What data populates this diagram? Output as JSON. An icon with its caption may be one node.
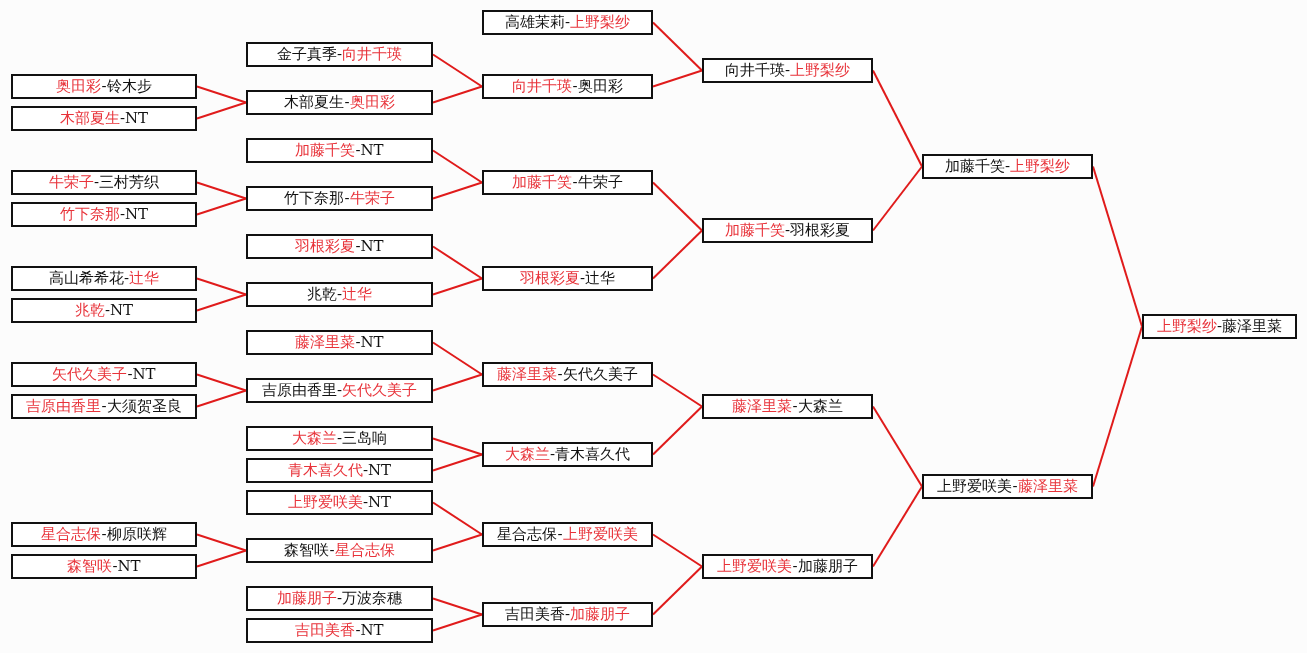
{
  "diagram": {
    "nodes": [
      {
        "text": [
          "**奥田彩**-铃木步"
        ]
      },
      {
        "text": [
          "**木部夏生**-NT"
        ]
      },
      {
        "text": [
          "**牛荣子**-三村芳织"
        ]
      },
      {
        "text": [
          "**竹下奈那**-NT"
        ]
      },
      {
        "text": [
          "高山希希花-**辻华**"
        ]
      },
      {
        "text": [
          "**兆乾**-NT"
        ]
      },
      {
        "text": [
          "**矢代久美子**-NT"
        ]
      },
      {
        "text": [
          "**吉原由香里**-大须贺圣良"
        ]
      },
      {
        "text": [
          "**星合志保**-柳原咲辉"
        ]
      },
      {
        "text": [
          "**森智咲**-NT"
        ]
      },
      {
        "text": [
          "金子真季-**向井千瑛**"
        ]
      },
      {
        "text": [
          "木部夏生-**奥田彩**"
        ]
      },
      {
        "text": [
          "**加藤千笑**-NT"
        ]
      },
      {
        "text": [
          "竹下奈那-**牛荣子**"
        ]
      },
      {
        "text": [
          "**羽根彩夏**-NT"
        ]
      },
      {
        "text": [
          "兆乾-**辻华**"
        ]
      },
      {
        "text": [
          "**藤泽里菜**-NT"
        ]
      },
      {
        "text": [
          "吉原由香里-**矢代久美子**"
        ]
      },
      {
        "text": [
          "**大森兰**-三岛响"
        ]
      },
      {
        "text": [
          "**青木喜久代**-NT"
        ]
      },
      {
        "text": [
          "**上野爱咲美**-NT"
        ]
      },
      {
        "text": [
          "森智咲-**星合志保**"
        ]
      },
      {
        "text": [
          "**加藤朋子**-万波奈穗"
        ]
      },
      {
        "text": [
          "**吉田美香**-NT"
        ]
      },
      {
        "text": [
          "高雄茉莉-**上野梨纱**"
        ]
      },
      {
        "text": [
          "**向井千瑛**-奥田彩"
        ]
      },
      {
        "text": [
          "**加藤千笑**-牛荣子"
        ]
      },
      {
        "text": [
          "**羽根彩夏**-辻华"
        ]
      },
      {
        "text": [
          "**藤泽里菜**-矢代久美子"
        ]
      },
      {
        "text": [
          "**大森兰**-青木喜久代"
        ]
      },
      {
        "text": [
          "星合志保-**上野爱咲美**"
        ]
      },
      {
        "text": [
          "吉田美香-**加藤朋子**"
        ]
      },
      {
        "text": [
          "向井千瑛-**上野梨纱**"
        ]
      },
      {
        "text": [
          "**加藤千笑**-羽根彩夏"
        ]
      },
      {
        "text": [
          "**藤泽里菜**-大森兰"
        ]
      },
      {
        "text": [
          "**上野爱咲美**-加藤朋子"
        ]
      },
      {
        "text": [
          "加藤千笑-**上野梨纱**"
        ]
      },
      {
        "text": [
          "上野爱咲美-**藤泽里菜**"
        ]
      },
      {
        "text": [
          "**上野梨纱**-藤泽里菜"
        ]
      }
    ],
    "edges": [
      {
        "from": 0,
        "to": 11,
        "arrow": "none"
      },
      {
        "from": 1,
        "to": 11,
        "arrow": "none"
      },
      {
        "from": 2,
        "to": 13,
        "arrow": "none"
      },
      {
        "from": 3,
        "to": 13,
        "arrow": "none"
      },
      {
        "from": 4,
        "to": 15,
        "arrow": "none"
      },
      {
        "from": 5,
        "to": 15,
        "arrow": "none"
      },
      {
        "from": 6,
        "to": 17,
        "arrow": "none"
      },
      {
        "from": 7,
        "to": 17,
        "arrow": "none"
      },
      {
        "from": 8,
        "to": 21,
        "arrow": "none"
      },
      {
        "from": 9,
        "to": 21,
        "arrow": "none"
      },
      {
        "from": 10,
        "to": 25,
        "arrow": "none"
      },
      {
        "from": 11,
        "to": 25,
        "arrow": "none"
      },
      {
        "from": 12,
        "to": 26,
        "arrow": "none"
      },
      {
        "from": 13,
        "to": 26,
        "arrow": "none"
      },
      {
        "from": 14,
        "to": 27,
        "arrow": "none"
      },
      {
        "from": 15,
        "to": 27,
        "arrow": "none"
      },
      {
        "from": 16,
        "to": 28,
        "arrow": "none"
      },
      {
        "from": 17,
        "to": 28,
        "arrow": "none"
      },
      {
        "from": 18,
        "to": 29,
        "arrow": "none"
      },
      {
        "from": 19,
        "to": 29,
        "arrow": "none"
      },
      {
        "from": 20,
        "to": 30,
        "arrow": "none"
      },
      {
        "from": 21,
        "to": 30,
        "arrow": "none"
      },
      {
        "from": 22,
        "to": 31,
        "arrow": "none"
      },
      {
        "from": 23,
        "to": 31,
        "arrow": "none"
      },
      {
        "from": 24,
        "to": 32,
        "arrow": "none"
      },
      {
        "from": 25,
        "to": 32,
        "arrow": "none"
      },
      {
        "from": 26,
        "to": 33,
        "arrow": "none"
      },
      {
        "from": 27,
        "to": 33,
        "arrow": "none"
      },
      {
        "from": 28,
        "to": 34,
        "arrow": "none"
      },
      {
        "from": 29,
        "to": 34,
        "arrow": "none"
      },
      {
        "from": 30,
        "to": 35,
        "arrow": "none"
      },
      {
        "from": 31,
        "to": 35,
        "arrow": "none"
      },
      {
        "from": 32,
        "to": 36,
        "arrow": "none"
      },
      {
        "from": 33,
        "to": 36,
        "arrow": "none"
      },
      {
        "from": 34,
        "to": 37,
        "arrow": "none"
      },
      {
        "from": 35,
        "to": 37,
        "arrow": "none"
      },
      {
        "from": 36,
        "to": 38,
        "arrow": "none"
      },
      {
        "from": 37,
        "to": 38,
        "arrow": "none"
      }
    ]
  }
}
